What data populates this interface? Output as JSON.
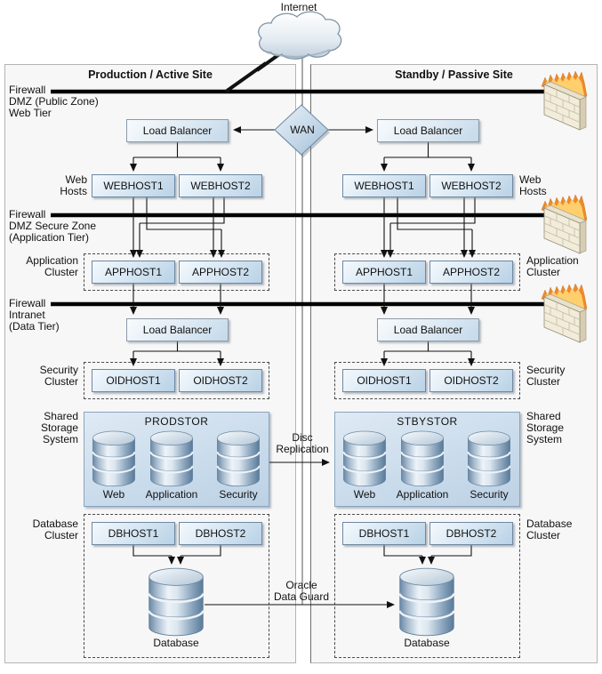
{
  "internet_label": "Internet",
  "wan_label": "WAN",
  "tier_labels": {
    "web": "Firewall\nDMZ (Public Zone)\nWeb Tier",
    "app": "Firewall\nDMZ Secure Zone\n(Application Tier)",
    "data": "Firewall\nIntranet\n(Data Tier)"
  },
  "cluster_labels": {
    "web_hosts": "Web\nHosts",
    "application": "Application\nCluster",
    "security": "Security\nCluster",
    "storage": "Shared\nStorage\nSystem",
    "database": "Database\nCluster"
  },
  "links": {
    "disc_replication": "Disc\nReplication",
    "data_guard": "Oracle\nData Guard"
  },
  "production": {
    "header": "Production / Active Site",
    "web_load_balancer": "Load Balancer",
    "data_load_balancer": "Load Balancer",
    "web_hosts": [
      "WEBHOST1",
      "WEBHOST2"
    ],
    "app_hosts": [
      "APPHOST1",
      "APPHOST2"
    ],
    "oid_hosts": [
      "OIDHOST1",
      "OIDHOST2"
    ],
    "db_hosts": [
      "DBHOST1",
      "DBHOST2"
    ],
    "storage_name": "PRODSTOR",
    "storage_volumes": [
      "Web",
      "Application",
      "Security"
    ],
    "database_label": "Database"
  },
  "standby": {
    "header": "Standby / Passive Site",
    "web_load_balancer": "Load Balancer",
    "data_load_balancer": "Load Balancer",
    "web_hosts": [
      "WEBHOST1",
      "WEBHOST2"
    ],
    "app_hosts": [
      "APPHOST1",
      "APPHOST2"
    ],
    "oid_hosts": [
      "OIDHOST1",
      "OIDHOST2"
    ],
    "db_hosts": [
      "DBHOST1",
      "DBHOST2"
    ],
    "storage_name": "STBYSTOR",
    "storage_volumes": [
      "Web",
      "Application",
      "Security"
    ],
    "database_label": "Database"
  },
  "colors": {
    "firewall_flame": "#ee8a2a",
    "box_blue": "#b9d2e6",
    "line": "#111111"
  }
}
